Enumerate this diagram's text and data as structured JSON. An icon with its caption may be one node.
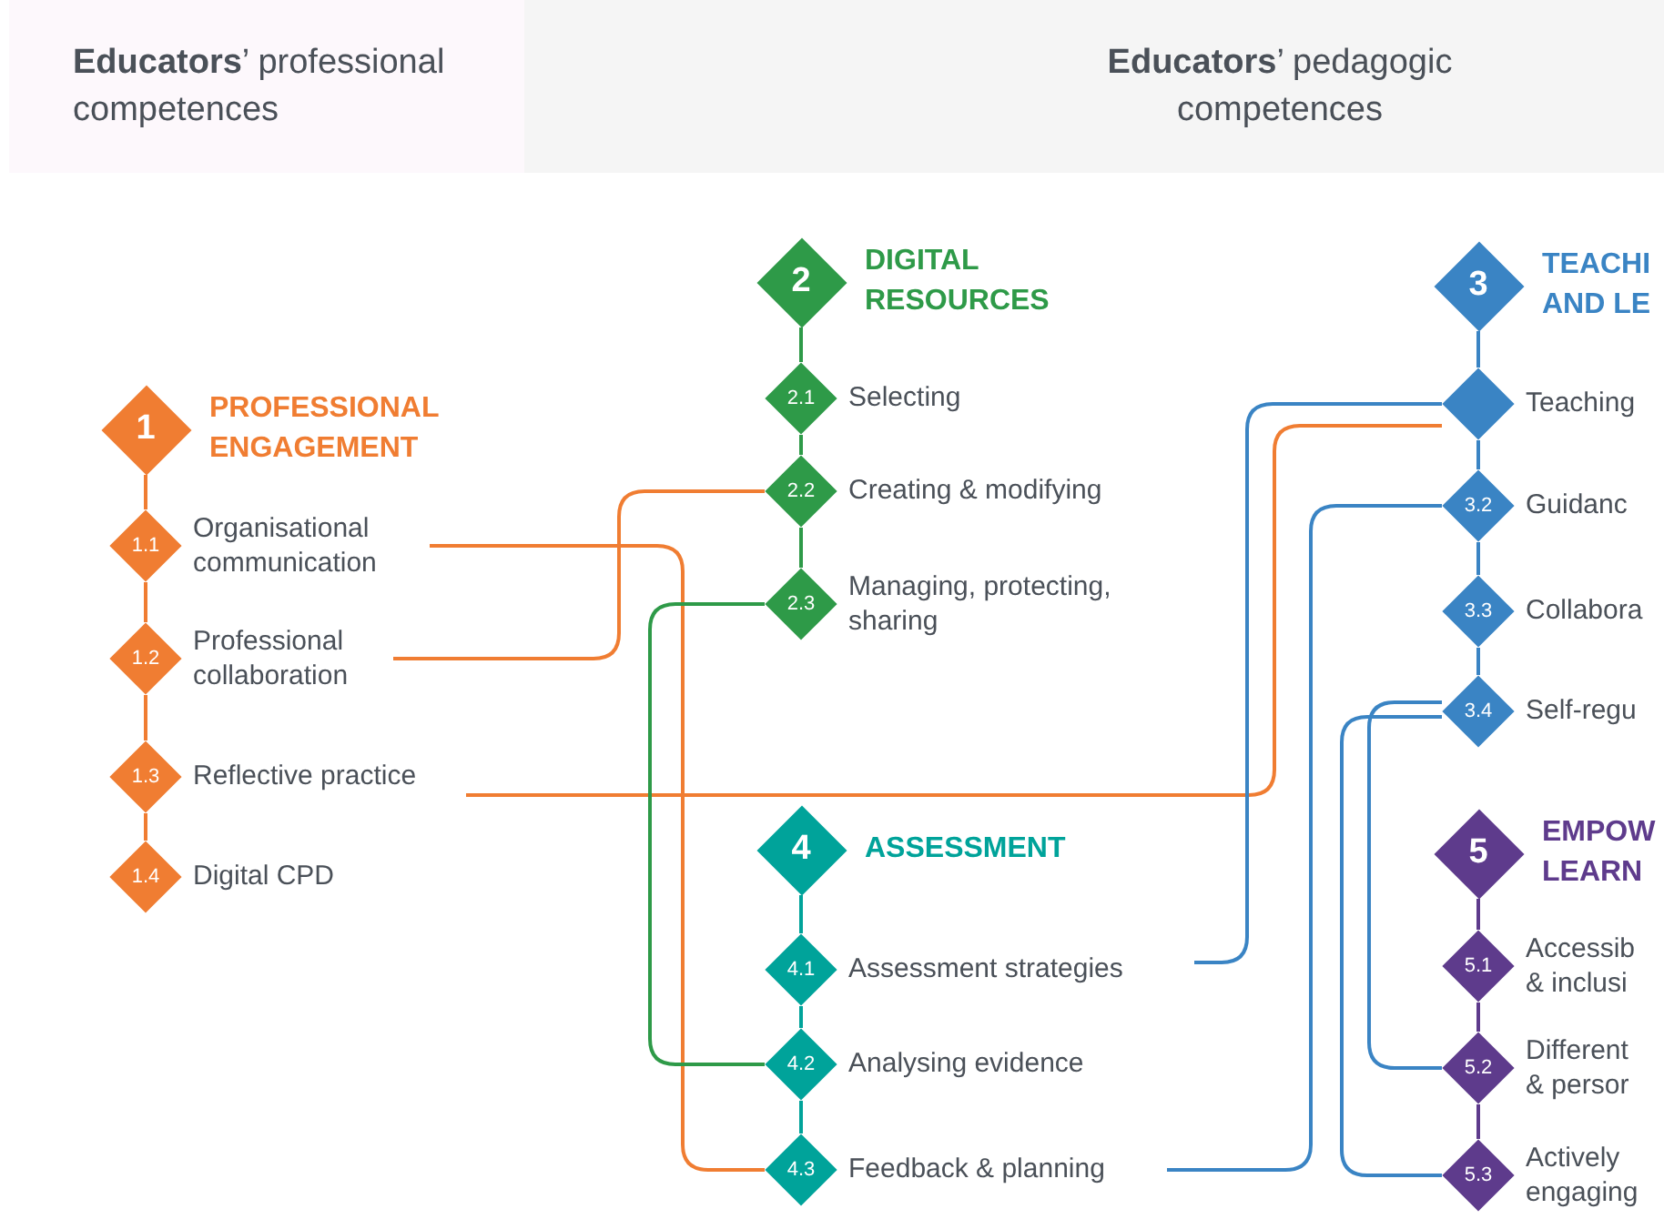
{
  "diagram": {
    "nodes": [
      {
        "text": [
          "**Educators**’ professional competences"
        ]
      },
      {
        "text": [
          "**Educators**’ pedagogic competences"
        ]
      },
      {
        "text": [
          "1"
        ],
        "beside": [
          "PROFESSIONAL ENGAGEMENT"
        ]
      },
      {
        "text": [
          "1.1"
        ],
        "beside": [
          "Organisational communication"
        ]
      },
      {
        "text": [
          "1.2"
        ],
        "beside": [
          "Professional collaboration"
        ]
      },
      {
        "text": [
          "1.3"
        ],
        "beside": [
          "Reflective practice"
        ]
      },
      {
        "text": [
          "1.4"
        ],
        "beside": [
          "Digital CPD"
        ]
      },
      {
        "text": [
          "2"
        ],
        "beside": [
          "DIGITAL RESOURCES"
        ]
      },
      {
        "text": [
          "2.1"
        ],
        "beside": [
          "Selecting"
        ]
      },
      {
        "text": [
          "2.2"
        ],
        "beside": [
          "Creating & modifying"
        ]
      },
      {
        "text": [
          "2.3"
        ],
        "beside": [
          "Managing, protecting, sharing"
        ]
      },
      {
        "text": [
          "3"
        ],
        "beside": [
          "TEACHI AND LE"
        ]
      },
      {
        "text": [],
        "shape": "diamond",
        "beside": [
          "Teaching"
        ]
      },
      {
        "text": [
          "3.2"
        ],
        "beside": [
          "Guidanc"
        ]
      },
      {
        "text": [
          "3.3"
        ],
        "beside": [
          "Collabora"
        ]
      },
      {
        "text": [
          "3.4"
        ],
        "beside": [
          "Self-regu"
        ]
      },
      {
        "text": [
          "4"
        ],
        "beside": [
          "ASSESSMENT"
        ]
      },
      {
        "text": [
          "4.1"
        ],
        "beside": [
          "Assessment strategies"
        ]
      },
      {
        "text": [
          "4.2"
        ],
        "beside": [
          "Analysing evidence"
        ]
      },
      {
        "text": [
          "4.3"
        ],
        "beside": [
          "Feedback & planning"
        ]
      },
      {
        "text": [
          "5"
        ],
        "beside": [
          "EMPOW LEARN"
        ]
      },
      {
        "text": [
          "5.1"
        ],
        "beside": [
          "Accessib & inclusi"
        ]
      },
      {
        "text": [
          "5.2"
        ],
        "beside": [
          "Different & persor"
        ]
      },
      {
        "text": [
          "5.3"
        ],
        "beside": [
          "Actively engaging"
        ]
      }
    ],
    "edges": [
      {
        "from": 2,
        "to": 3,
        "arrow": "none",
        "color": "#f07d32"
      },
      {
        "from": 3,
        "to": 4,
        "arrow": "none",
        "color": "#f07d32"
      },
      {
        "from": 4,
        "to": 5,
        "arrow": "none",
        "color": "#f07d32"
      },
      {
        "from": 5,
        "to": 6,
        "arrow": "none",
        "color": "#f07d32"
      },
      {
        "from": 7,
        "to": 8,
        "arrow": "none",
        "color": "#2e9a48"
      },
      {
        "from": 8,
        "to": 9,
        "arrow": "none",
        "color": "#2e9a48"
      },
      {
        "from": 9,
        "to": 10,
        "arrow": "none",
        "color": "#2e9a48"
      },
      {
        "from": 11,
        "to": 12,
        "arrow": "none",
        "color": "#3a84c4"
      },
      {
        "from": 12,
        "to": 13,
        "arrow": "none",
        "color": "#3a84c4"
      },
      {
        "from": 13,
        "to": 14,
        "arrow": "none",
        "color": "#3a84c4"
      },
      {
        "from": 14,
        "to": 15,
        "arrow": "none",
        "color": "#3a84c4"
      },
      {
        "from": 16,
        "to": 17,
        "arrow": "none",
        "color": "#00a39a"
      },
      {
        "from": 17,
        "to": 18,
        "arrow": "none",
        "color": "#00a39a"
      },
      {
        "from": 18,
        "to": 19,
        "arrow": "none",
        "color": "#00a39a"
      },
      {
        "from": 20,
        "to": 21,
        "arrow": "none",
        "color": "#5e3b8c"
      },
      {
        "from": 21,
        "to": 22,
        "arrow": "none",
        "color": "#5e3b8c"
      },
      {
        "from": 22,
        "to": 23,
        "arrow": "none",
        "color": "#5e3b8c"
      },
      {
        "from": 3,
        "to": 19,
        "arrow": "none",
        "color": "#f07d32"
      },
      {
        "from": 4,
        "to": 9,
        "arrow": "none",
        "color": "#f07d32"
      },
      {
        "from": 5,
        "to": 12,
        "arrow": "none",
        "color": "#f07d32"
      },
      {
        "from": 10,
        "to": 18,
        "arrow": "none",
        "color": "#2e9a48"
      },
      {
        "from": 17,
        "to": 12,
        "arrow": "none",
        "color": "#3a84c4"
      },
      {
        "from": 19,
        "to": 13,
        "arrow": "none",
        "color": "#3a84c4"
      },
      {
        "from": 15,
        "to": 22,
        "arrow": "none",
        "color": "#3a84c4"
      },
      {
        "from": 15,
        "to": 23,
        "arrow": "none",
        "color": "#3a84c4"
      }
    ]
  }
}
